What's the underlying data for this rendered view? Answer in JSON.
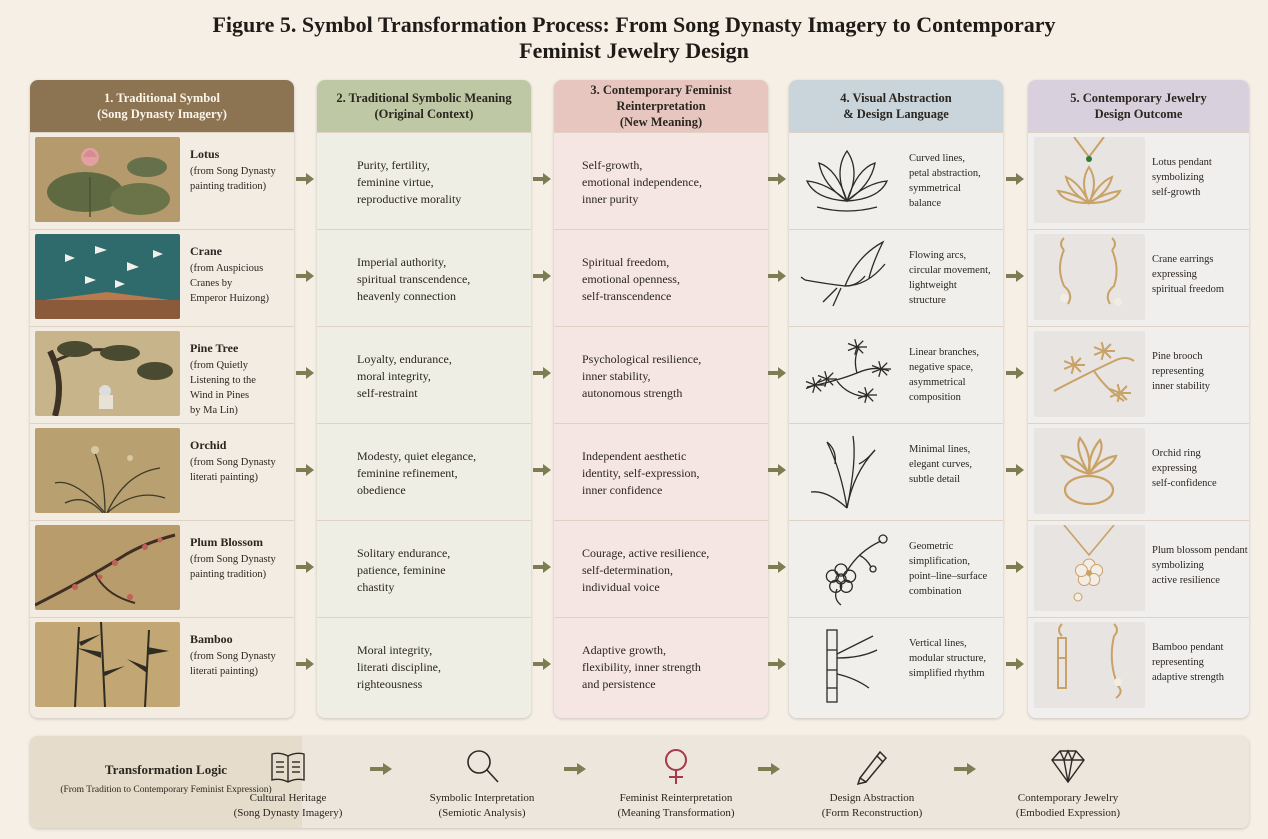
{
  "title": {
    "line1": "Figure 5. Symbol Transformation Process: From Song Dynasty Imagery to Contemporary",
    "line2": "Feminist Jewelry Design"
  },
  "columns": {
    "c1": "1. Traditional Symbol\n(Song Dynasty Imagery)",
    "c2": "2. Traditional Symbolic Meaning\n(Original Context)",
    "c3": "3. Contemporary Feminist\nReinterpretation\n(New Meaning)",
    "c4": "4. Visual Abstraction\n& Design Language",
    "c5": "5. Contemporary Jewelry\nDesign Outcome"
  },
  "rows": [
    {
      "name": "Lotus",
      "source": "(from Song Dynasty\npainting tradition)",
      "meaning": "Purity, fertility,\nfeminine virtue,\nreproductive morality",
      "reinterpretation": "Self-growth,\nemotional independence,\ninner purity",
      "design": "Curved lines,\npetal abstraction,\nsymmetrical\nbalance",
      "jewelry": "Lotus pendant\nsymbolizing\nself-growth",
      "icon": "lotus-line-icon"
    },
    {
      "name": "Crane",
      "source": "(from Auspicious\nCranes by\nEmperor Huizong)",
      "meaning": "Imperial authority,\nspiritual transcendence,\nheavenly connection",
      "reinterpretation": "Spiritual freedom,\nemotional openness,\nself-transcendence",
      "design": "Flowing arcs,\ncircular movement,\nlightweight\nstructure",
      "jewelry": "Crane earrings\nexpressing\nspiritual freedom",
      "icon": "crane-line-icon"
    },
    {
      "name": "Pine Tree",
      "source": "(from Quietly\nListening to the\nWind in Pines\nby Ma Lin)",
      "meaning": "Loyalty, endurance,\nmoral integrity,\nself-restraint",
      "reinterpretation": "Psychological resilience,\ninner stability,\nautonomous strength",
      "design": "Linear branches,\nnegative space,\nasymmetrical\ncomposition",
      "jewelry": "Pine brooch\nrepresenting\ninner stability",
      "icon": "pine-line-icon"
    },
    {
      "name": "Orchid",
      "source": "(from Song Dynasty\nliterati painting)",
      "meaning": "Modesty, quiet elegance,\nfeminine refinement,\nobedience",
      "reinterpretation": "Independent aesthetic\nidentity, self-expression,\ninner confidence",
      "design": "Minimal lines,\nelegant curves,\nsubtle detail",
      "jewelry": "Orchid ring\nexpressing\nself-confidence",
      "icon": "orchid-line-icon"
    },
    {
      "name": "Plum Blossom",
      "source": "(from Song Dynasty\npainting tradition)",
      "meaning": "Solitary endurance,\npatience, feminine\nchastity",
      "reinterpretation": "Courage, active resilience,\nself-determination,\nindividual voice",
      "design": "Geometric simplification,\npoint–line–surface\ncombination",
      "jewelry": "Plum blossom pendant\nsymbolizing\nactive resilience",
      "icon": "plum-blossom-line-icon"
    },
    {
      "name": "Bamboo",
      "source": "(from Song Dynasty\nliterati painting)",
      "meaning": "Moral integrity,\nliterati discipline,\nrighteousness",
      "reinterpretation": "Adaptive growth,\nflexibility, inner strength\nand persistence",
      "design": "Vertical lines,\nmodular structure,\nsimplified rhythm",
      "jewelry": "Bamboo pendant\nrepresenting\nadaptive strength",
      "icon": "bamboo-line-icon"
    }
  ],
  "logic": {
    "title": "Transformation Logic",
    "subtitle": "(From Tradition to Contemporary Feminist Expression)",
    "steps": [
      {
        "label": "Cultural Heritage\n(Song Dynasty Imagery)",
        "icon": "book-icon"
      },
      {
        "label": "Symbolic Interpretation\n(Semiotic Analysis)",
        "icon": "magnifier-icon"
      },
      {
        "label": "Feminist Reinterpretation\n(Meaning Transformation)",
        "icon": "venus-icon"
      },
      {
        "label": "Design Abstraction\n(Form Reconstruction)",
        "icon": "pencil-icon"
      },
      {
        "label": "Contemporary Jewelry\n(Embodied Expression)",
        "icon": "diamond-icon"
      }
    ]
  },
  "colors": {
    "arrow": "#7d7c52",
    "col1_head": "#8c7452",
    "col2_head": "#bfc8a4",
    "col3_head": "#e7c6c0",
    "col4_head": "#c9d4db",
    "col5_head": "#d9d0de",
    "gold": "#c9a266"
  }
}
